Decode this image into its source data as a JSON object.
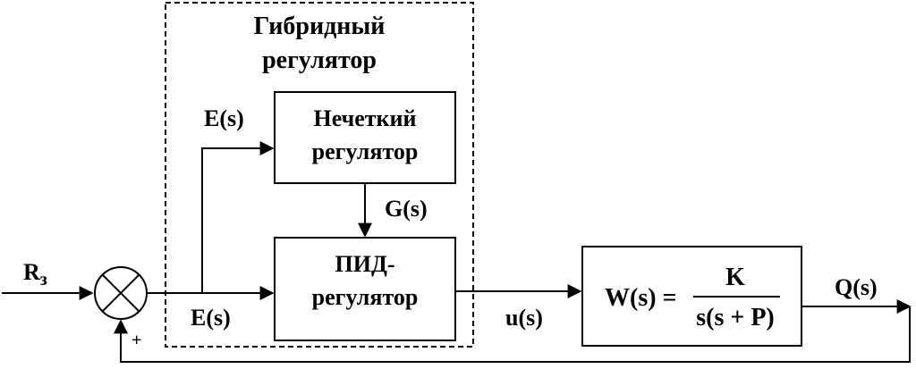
{
  "hybrid_block": {
    "title_line1": "Гибридный",
    "title_line2": "регулятор"
  },
  "fuzzy_block": {
    "line1": "Нечеткий",
    "line2": "регулятор"
  },
  "pid_block": {
    "line1": "ПИД-",
    "line2": "регулятор"
  },
  "plant_block": {
    "lhs": "W(s) =",
    "numerator": "K",
    "denominator": "s(s + P)"
  },
  "signals": {
    "reference": "R",
    "reference_sub": "з",
    "error_top": "E(s)",
    "error_bottom": "E(s)",
    "gain": "G(s)",
    "control": "u(s)",
    "output": "Q(s)"
  },
  "summing_junction": {
    "feedback_sign": "+"
  }
}
